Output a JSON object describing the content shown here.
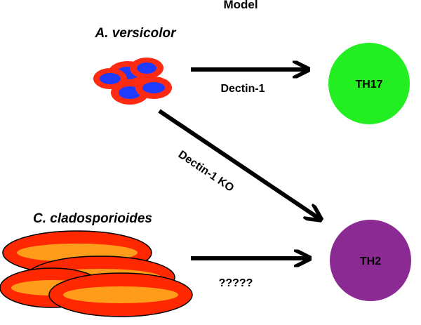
{
  "diagram": {
    "title": "Model",
    "organisms": {
      "a_versicolor": "A. versicolor",
      "c_cladosporioides": "C. cladosporioides"
    },
    "edges": {
      "dectin1": "Dectin-1",
      "dectin1_ko": "Dectin-1 KO",
      "unknown": "?????"
    },
    "outcomes": {
      "th17": "TH17",
      "th2": "TH2"
    },
    "colors": {
      "th17": "#22ee22",
      "th2": "#8b2a93",
      "spore_outer": "#ff2a12",
      "spore_inner": "#1f3bff",
      "cell_outer": "#ff2800",
      "cell_inner": "#ff9d1a"
    }
  }
}
